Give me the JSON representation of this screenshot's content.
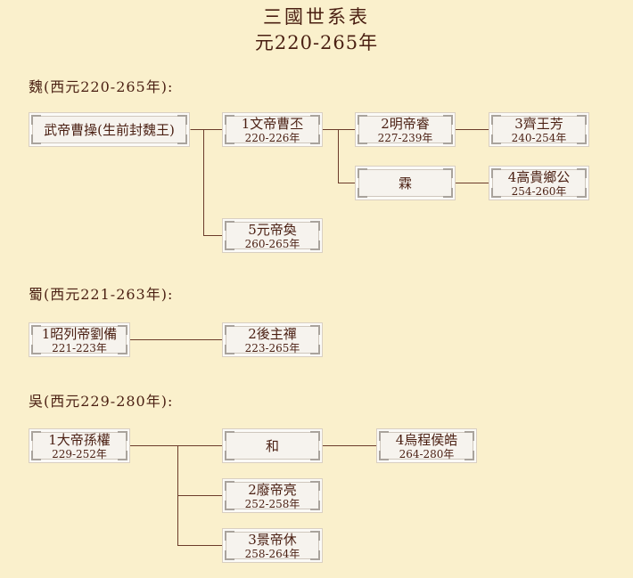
{
  "title": "三國世系表",
  "subtitle": "元220-265年",
  "headings": {
    "wei": "魏(西元220-265年):",
    "shu": "蜀(西元221-263年):",
    "wu": "吳(西元229-280年):"
  },
  "nodes": {
    "wei_wudi": {
      "name": "武帝曹操(生前封魏王)",
      "years": ""
    },
    "wei_wendi": {
      "name": "1文帝曹丕",
      "years": "220-226年"
    },
    "wei_mingdi": {
      "name": "2明帝睿",
      "years": "227-239年"
    },
    "wei_qiwang": {
      "name": "3齊王芳",
      "years": "240-254年"
    },
    "wei_lin": {
      "name": "霖",
      "years": ""
    },
    "wei_gaogui": {
      "name": "4高貴鄉公",
      "years": "254-260年"
    },
    "wei_yuandi": {
      "name": "5元帝奐",
      "years": "260-265年"
    },
    "shu_zhaolie": {
      "name": "1昭列帝劉備",
      "years": "221-223年"
    },
    "shu_houzhu": {
      "name": "2後主禪",
      "years": "223-265年"
    },
    "wu_dadi": {
      "name": "1大帝孫權",
      "years": "229-252年"
    },
    "wu_he": {
      "name": "和",
      "years": ""
    },
    "wu_wucheng": {
      "name": "4烏程侯皓",
      "years": "264-280年"
    },
    "wu_feidi": {
      "name": "2廢帝亮",
      "years": "252-258年"
    },
    "wu_jingdi": {
      "name": "3景帝休",
      "years": "258-264年"
    }
  }
}
